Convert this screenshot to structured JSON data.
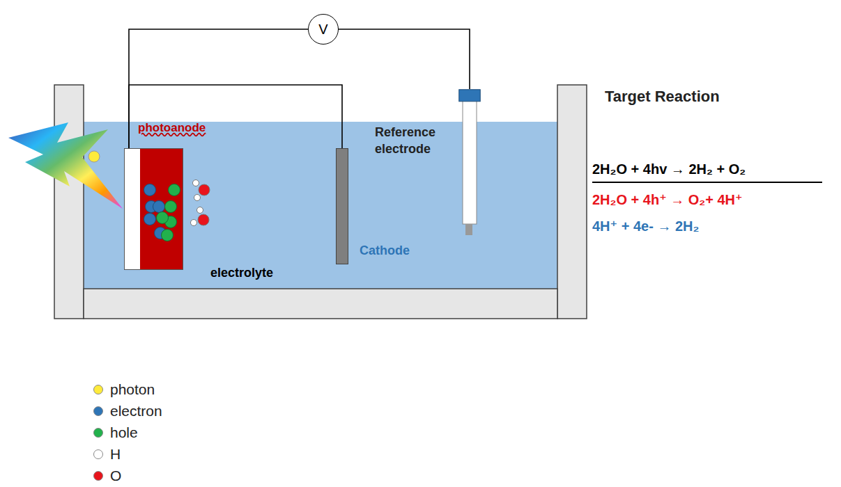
{
  "diagram": {
    "nodes": [
      {
        "text": [
          "V"
        ]
      },
      {
        "text": [
          "photoanode"
        ]
      },
      {
        "text": [
          "Reference electrode"
        ]
      },
      {
        "text": [
          "Cathode"
        ]
      }
    ],
    "edges": [
      {
        "from": 0,
        "to": 1,
        "arrow": "none"
      },
      {
        "from": 1,
        "to": 3,
        "arrow": "none"
      },
      {
        "from": 0,
        "to": 2,
        "arrow": "none"
      }
    ],
    "labels": [
      "electrolyte",
      "Target Reaction",
      "2H₂O + 4hv → 2H₂ + O₂",
      "2H₂O + 4h⁺ → O₂+ 4H⁺",
      "4H⁺ + 4e- → 2H₂"
    ],
    "legend": [
      {
        "text": "photon",
        "color": "#ffeb3b"
      },
      {
        "text": "electron",
        "color": "#2e75b6"
      },
      {
        "text": "hole",
        "color": "#22b14c"
      },
      {
        "text": "H",
        "color": "#ffffff"
      },
      {
        "text": "O",
        "color": "#e8141c"
      }
    ]
  }
}
